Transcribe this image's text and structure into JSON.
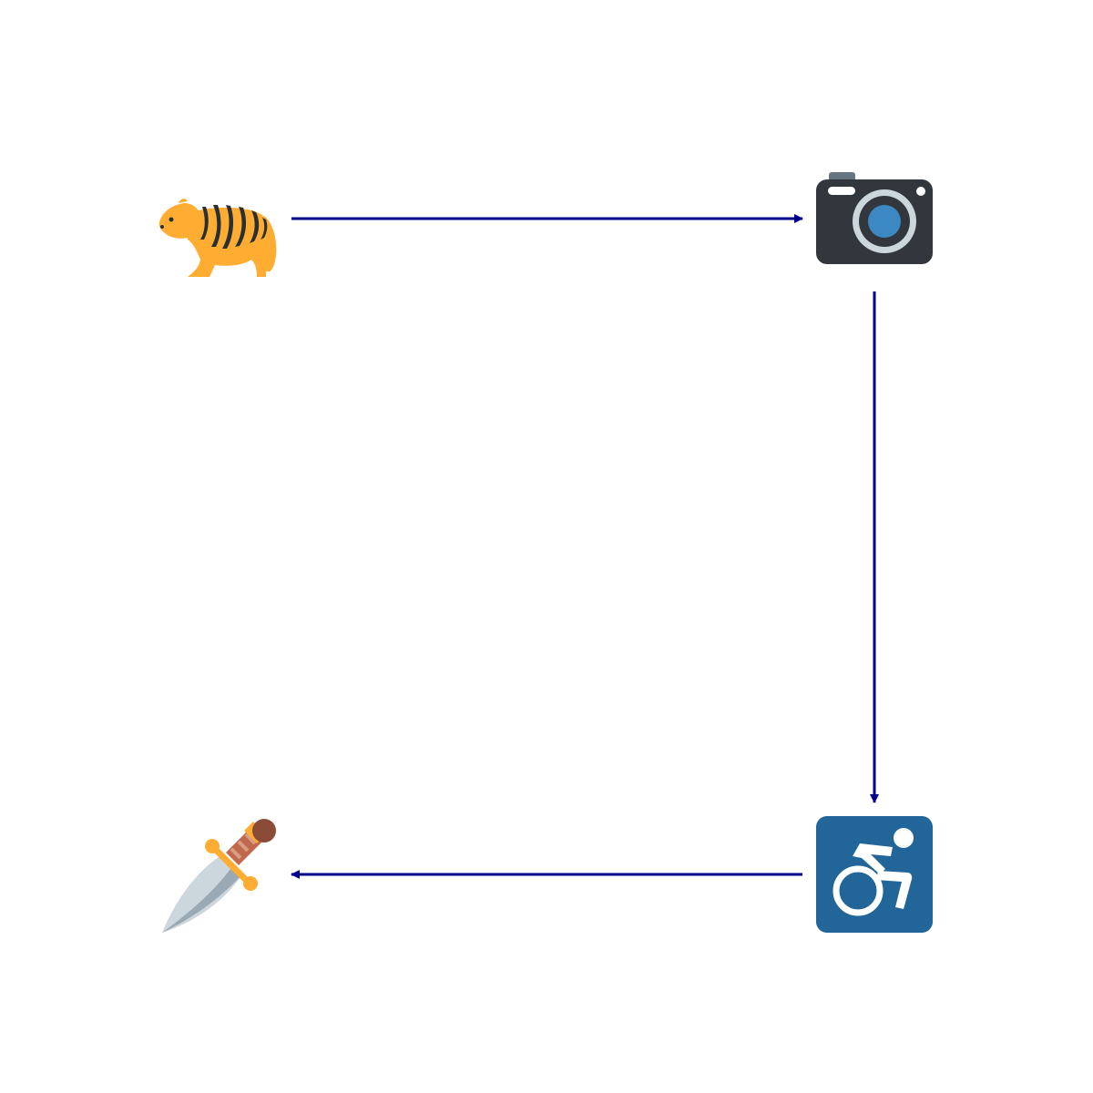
{
  "colors": {
    "background": "#ffffff",
    "edge": "#00008b",
    "tiger_body": "#FFAC33",
    "tiger_stripe": "#292F33",
    "camera_body": "#31373D",
    "camera_top": "#66757F",
    "camera_ring": "#CCD6DD",
    "camera_lens": "#3B88C3",
    "accessible_bg": "#226699",
    "dagger_blade": "#CCD6DD",
    "dagger_blade_shade": "#9AAAB4",
    "dagger_guard": "#FFAC33",
    "dagger_grip": "#C1694F",
    "dagger_pommel": "#8A4B38"
  },
  "nodes": [
    {
      "id": "tiger",
      "icon": "tiger-icon"
    },
    {
      "id": "camera",
      "icon": "camera-icon"
    },
    {
      "id": "wheelchair",
      "icon": "wheelchair-icon"
    },
    {
      "id": "dagger",
      "icon": "dagger-icon"
    }
  ],
  "edges": [
    {
      "from": "tiger",
      "to": "camera"
    },
    {
      "from": "camera",
      "to": "wheelchair"
    },
    {
      "from": "wheelchair",
      "to": "dagger"
    }
  ]
}
